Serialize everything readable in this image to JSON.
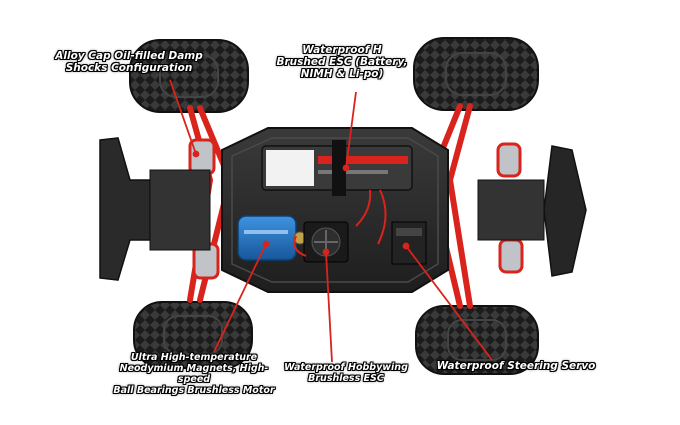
{
  "callouts": {
    "shocks": "Alloy Cap Oil-filled Damp\nShocks Configuration",
    "esc_h": "Waterproof H\nBrushed ESC (Battery,\nNIMH & Li-po)",
    "motor": "Ultra High-temperature\nNeodymium Magnets, High-speed\nBall Bearings Brushless Motor",
    "esc_hobbywing": "Waterproof Hobbywing\nBrushless ESC",
    "servo": "Waterproof Steering Servo"
  },
  "colors": {
    "chassis": "#2a2a2a",
    "arms": "#d8241c",
    "tire": "#1c1c1c",
    "motor": "#1f6fc0",
    "battery": "#3a3a3a"
  }
}
